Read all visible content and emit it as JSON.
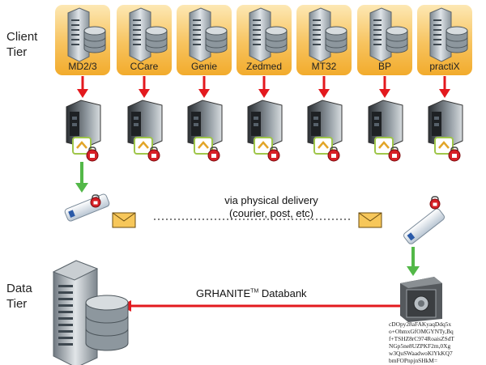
{
  "tiers": {
    "client": "Client Tier",
    "client_l1": "Client",
    "client_l2": "Tier",
    "data_l1": "Data",
    "data_l2": "Tier"
  },
  "clients": [
    {
      "label": "MD2/3"
    },
    {
      "label": "CCare"
    },
    {
      "label": "Genie"
    },
    {
      "label": "Zedmed"
    },
    {
      "label": "MT32"
    },
    {
      "label": "BP"
    },
    {
      "label": "practiX"
    }
  ],
  "delivery": {
    "line1": "via physical delivery",
    "line2": "(courier, post, etc)"
  },
  "databank": {
    "pre": "GRHANITE",
    "tm": "TM",
    "post": " Databank"
  },
  "cipher_lines": [
    "cDOpy28aFAKyaqDdq5x",
    "o+OhmxGfOMGYNTy,Bq",
    "f+TSHZ8rC974RoaisZSdT",
    "NGp5ne8UZPKF2m,0Xg",
    "w3QuSWaadwoKlYkKQ7",
    "bmFOPnpjnSHkM="
  ],
  "colors": {
    "arrow_red": "#e3191e",
    "arrow_green": "#53b848",
    "box_orange": "#f7c35e"
  },
  "icons": [
    "database-server-icon",
    "firewall-appliance-icon",
    "lock-icon",
    "usb-drive-icon",
    "envelope-icon",
    "safe-icon"
  ]
}
